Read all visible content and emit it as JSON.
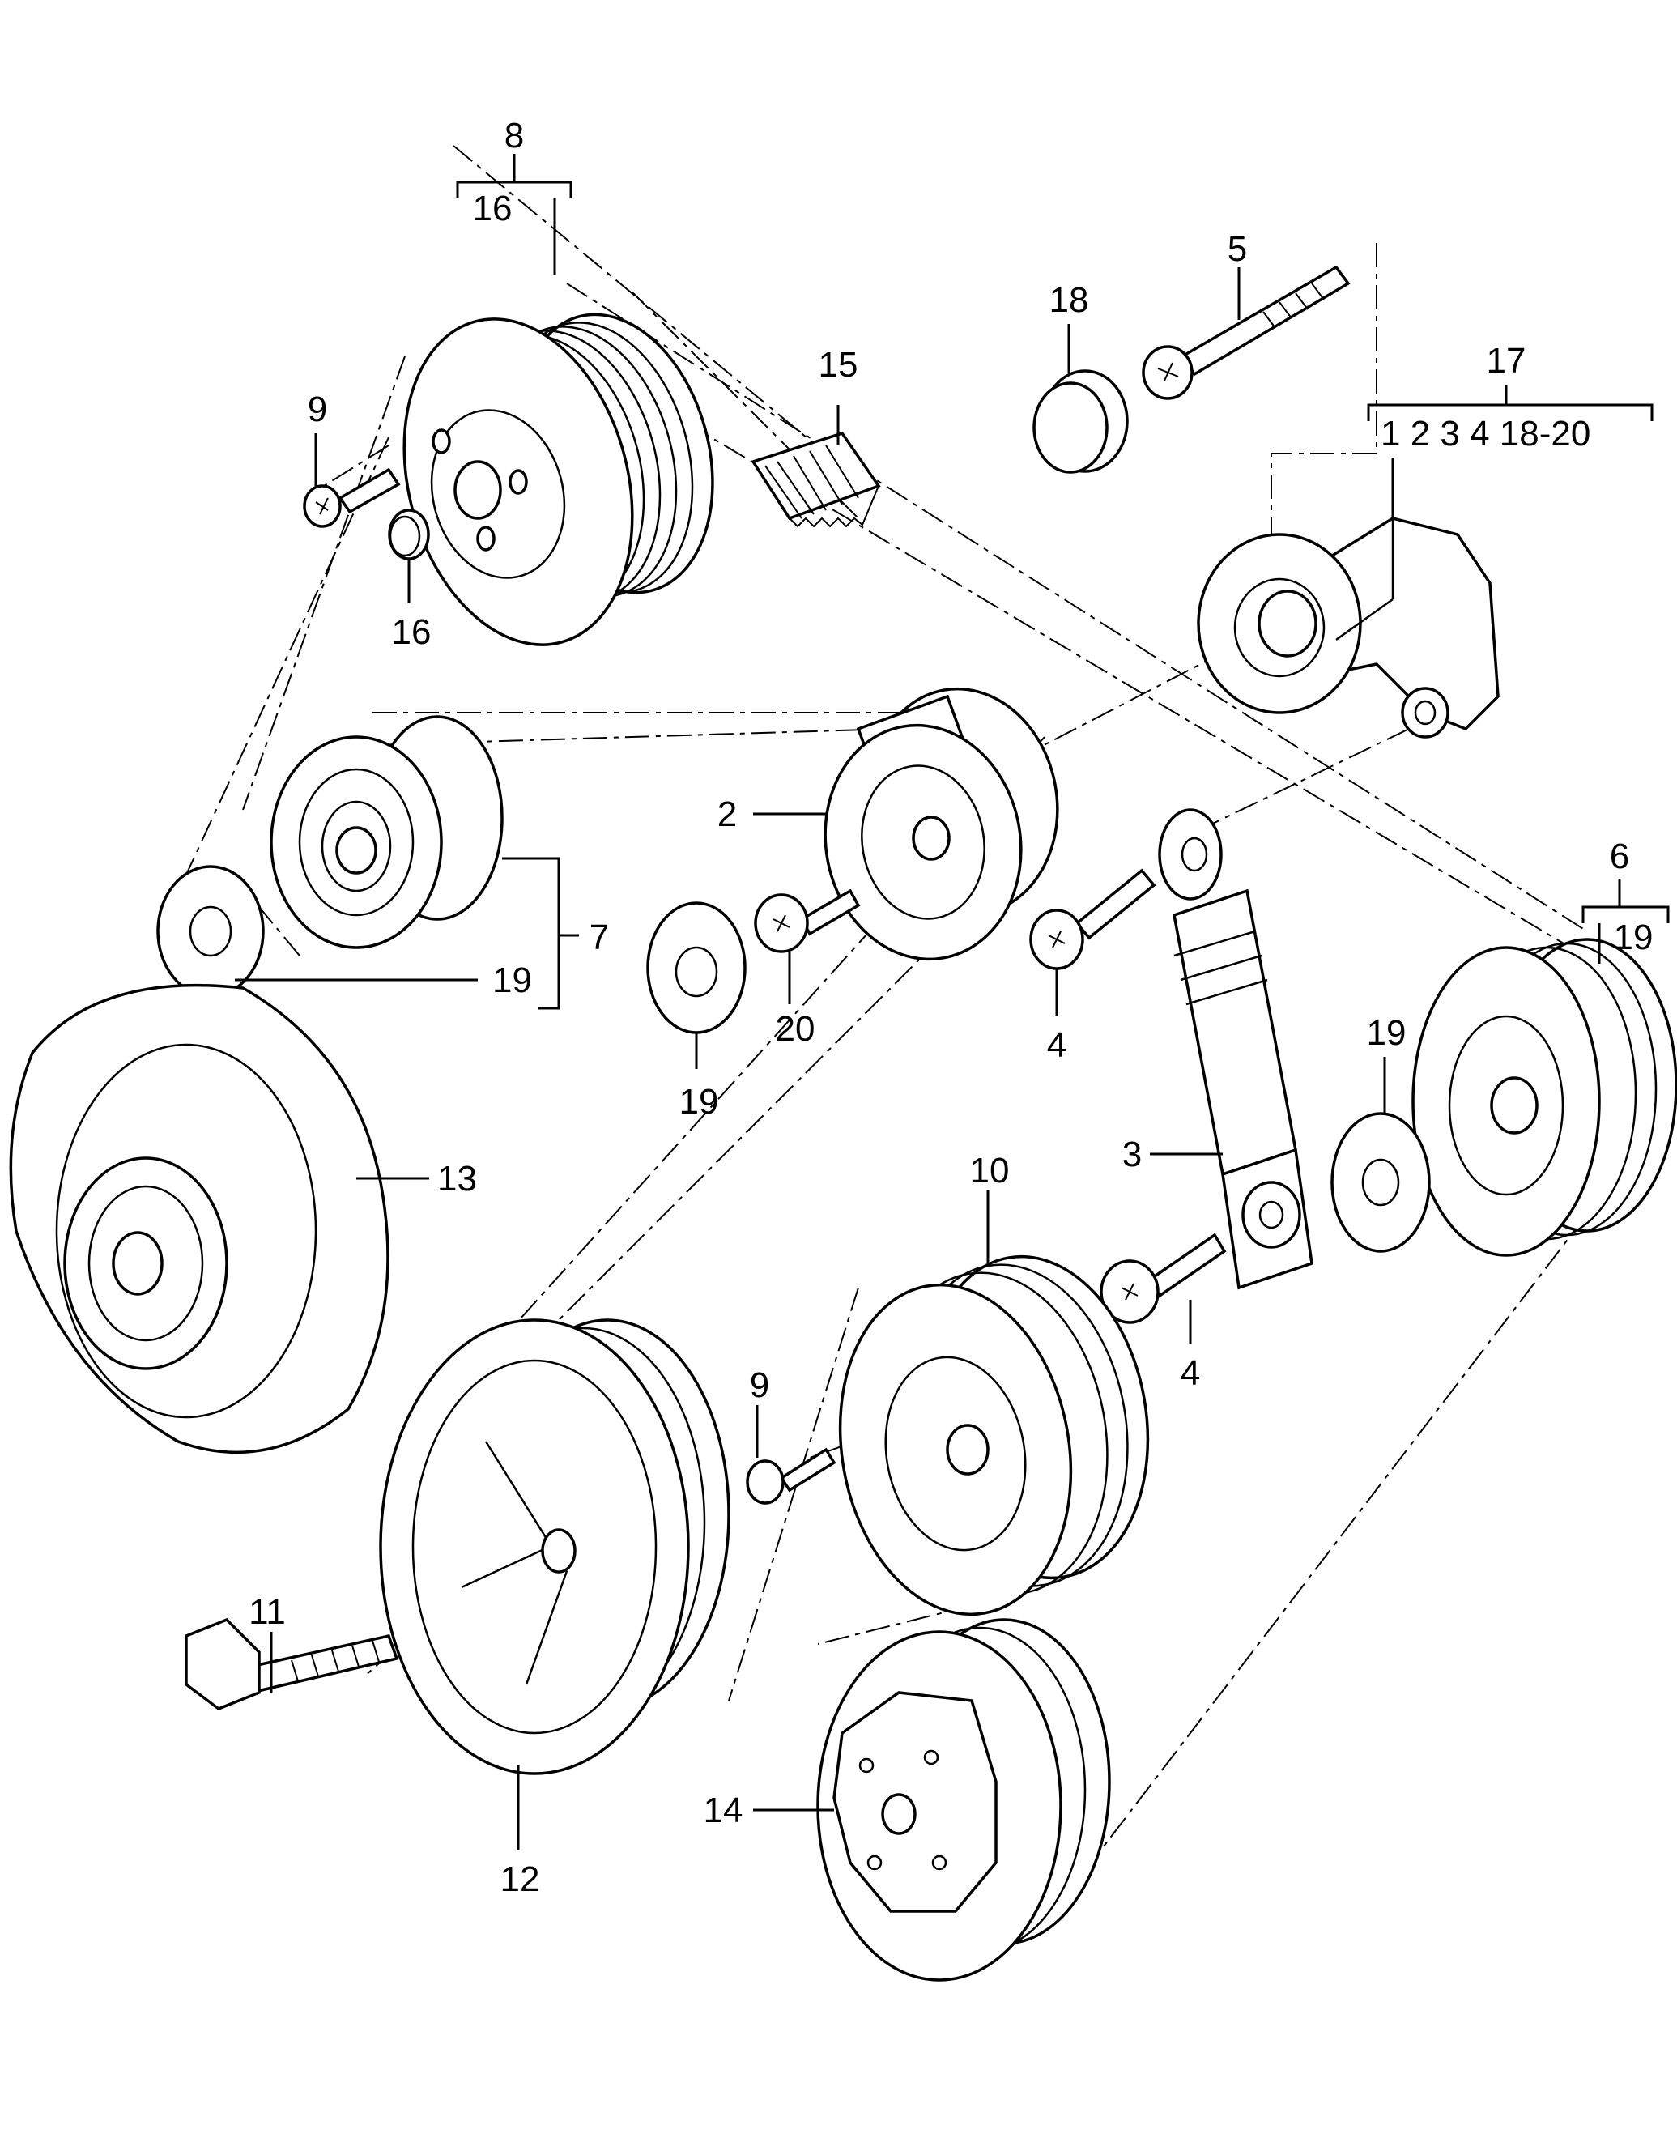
{
  "diagram": {
    "labels": {
      "l8": "8",
      "l16_top": "16",
      "l9_top": "9",
      "l16_mid": "16",
      "l15": "15",
      "l18": "18",
      "l5": "5",
      "l17": "17",
      "l17_sub": "1 2 3 4  18-20",
      "l2": "2",
      "l7": "7",
      "l19_left": "19",
      "l19_center": "19",
      "l20": "20",
      "l4_upper": "4",
      "l6": "6",
      "l19_right_top": "19",
      "l19_right": "19",
      "l13": "13",
      "l3": "3",
      "l10": "10",
      "l4_lower": "4",
      "l9_bottom": "9",
      "l11": "11",
      "l12": "12",
      "l14": "14"
    }
  }
}
